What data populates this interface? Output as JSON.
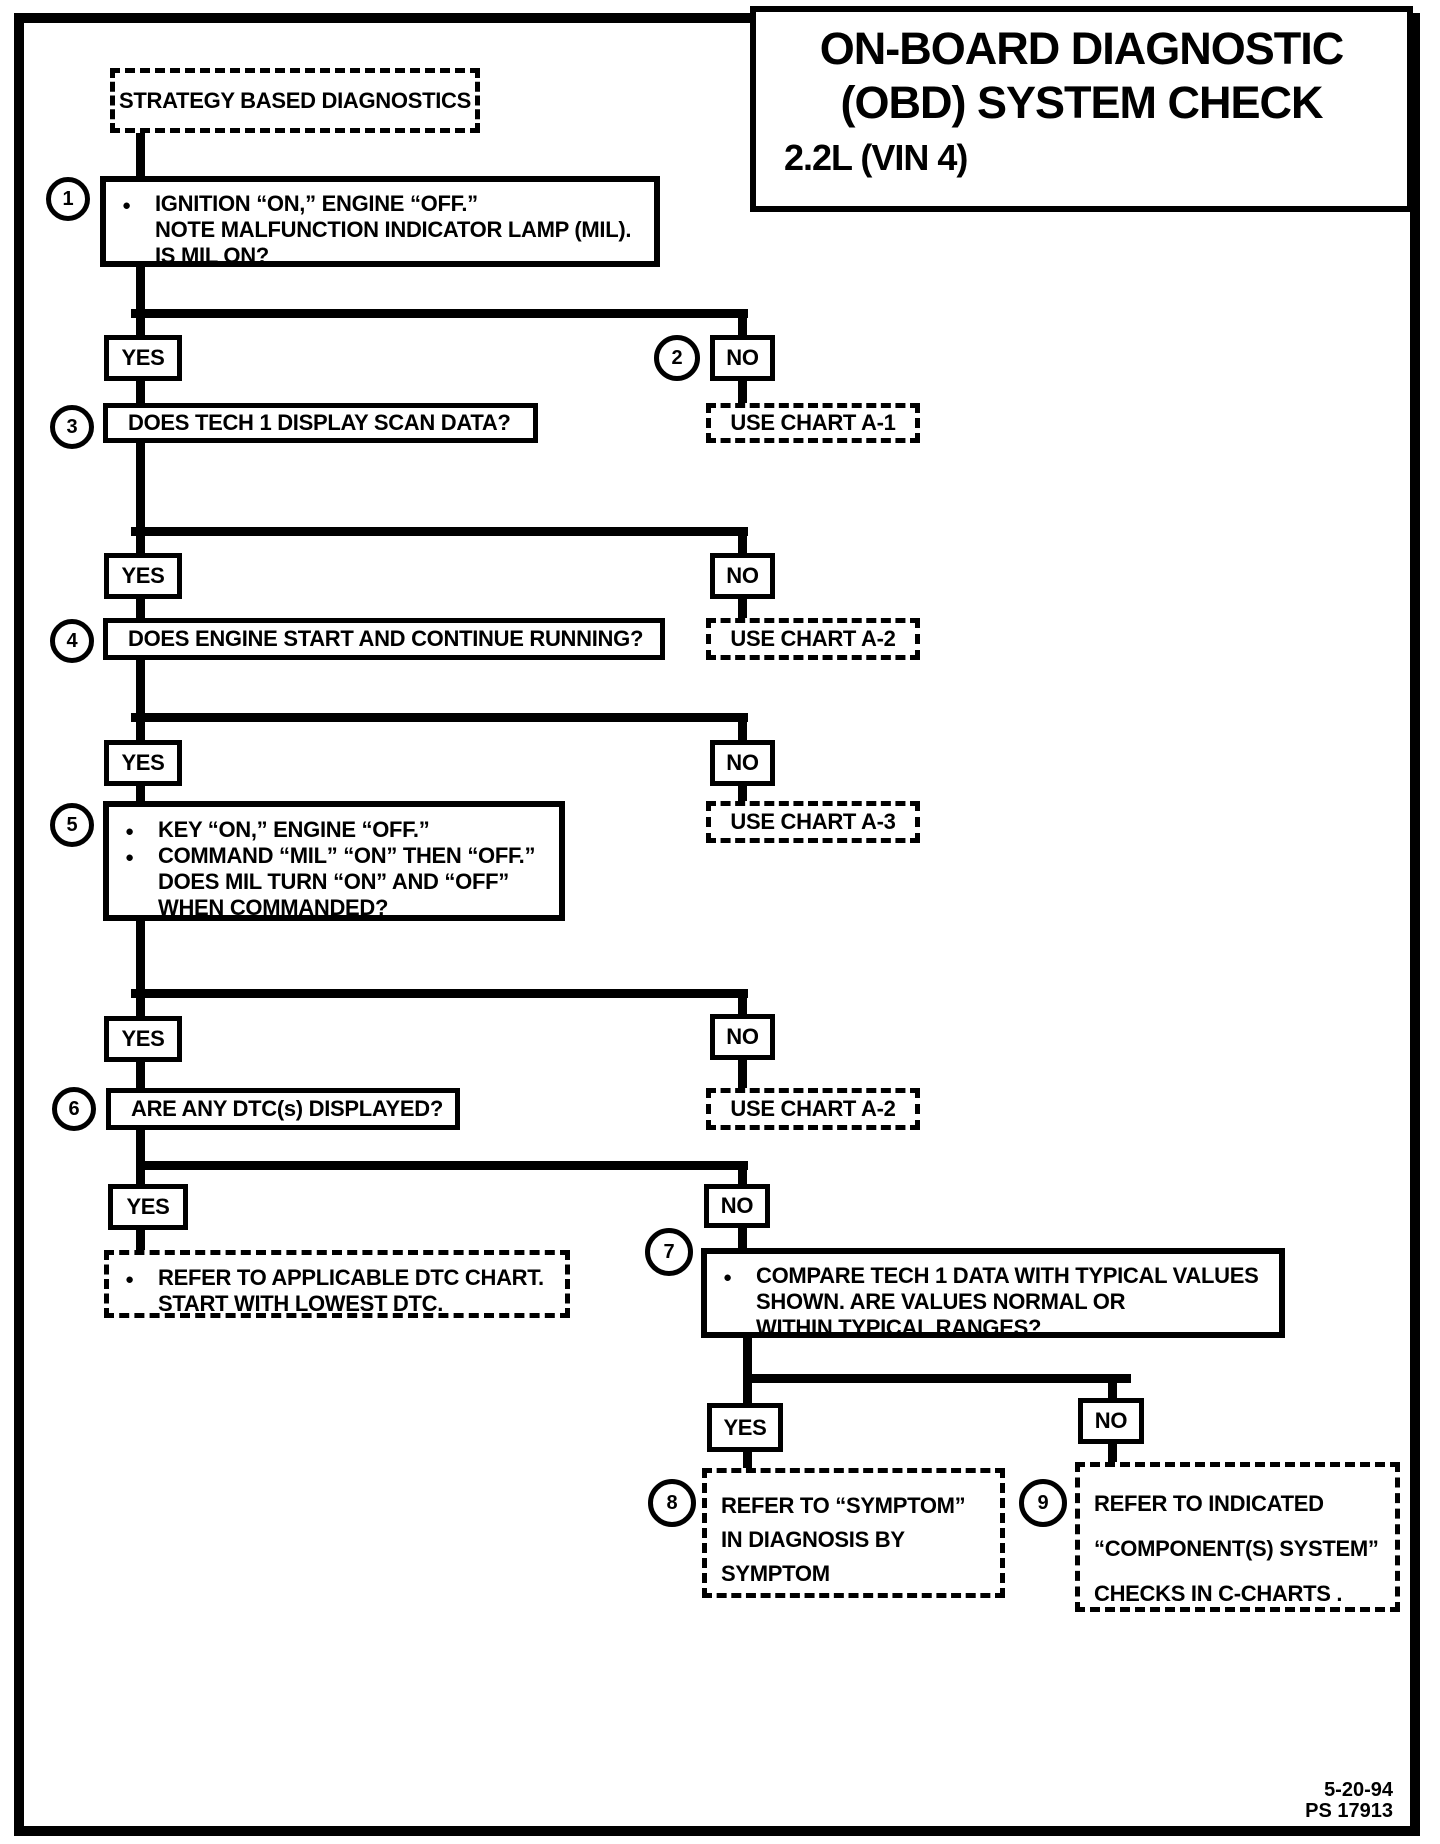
{
  "header": {
    "title_line1": "ON-BOARD DIAGNOSTIC",
    "title_line2": "(OBD) SYSTEM CHECK",
    "subtitle": "2.2L  (VIN 4)"
  },
  "start": {
    "label": "STRATEGY BASED DIAGNOSTICS"
  },
  "labels": {
    "yes": "YES",
    "no": "NO"
  },
  "steps": {
    "s1": {
      "num": "1",
      "line1": "IGNITION “ON,” ENGINE  “OFF.”",
      "line2": "NOTE MALFUNCTION INDICATOR LAMP (MIL).",
      "line3": "IS MIL ON?"
    },
    "s2": {
      "num": "2"
    },
    "s3": {
      "num": "3",
      "question": "DOES TECH 1 DISPLAY SCAN DATA?"
    },
    "s4": {
      "num": "4",
      "question": "DOES ENGINE START AND CONTINUE RUNNING?"
    },
    "s5": {
      "num": "5",
      "line1": "KEY “ON,” ENGINE “OFF.”",
      "line2": "COMMAND “MIL” “ON” THEN “OFF.”",
      "line3": "DOES MIL TURN “ON” AND “OFF”",
      "line4": "WHEN COMMANDED?"
    },
    "s6": {
      "num": "6",
      "question": "ARE ANY DTC(s) DISPLAYED?"
    },
    "s7": {
      "num": "7",
      "line1": "COMPARE TECH 1 DATA WITH TYPICAL VALUES",
      "line2": "SHOWN.  ARE VALUES NORMAL OR",
      "line3": "WITHIN TYPICAL RANGES?"
    },
    "s8": {
      "num": "8",
      "line1": "REFER TO “SYMPTOM”",
      "line2": "IN DIAGNOSIS BY",
      "line3": "SYMPTOM"
    },
    "s9": {
      "num": "9",
      "line1": "REFER TO INDICATED",
      "line2": "“COMPONENT(S) SYSTEM”",
      "line3": "CHECKS IN C-CHARTS ."
    }
  },
  "outcomes": {
    "chart_a1": "USE CHART A-1",
    "chart_a2": "USE CHART A-2",
    "chart_a3": "USE CHART A-3",
    "chart_a2_repeat": "USE CHART A-2",
    "dtc_line1": "REFER TO APPLICABLE DTC CHART.",
    "dtc_line2": "START WITH LOWEST DTC."
  },
  "footer": {
    "date": "5-20-94",
    "code": "PS 17913"
  },
  "colors": {
    "ink": "#000000",
    "paper": "#ffffff"
  }
}
